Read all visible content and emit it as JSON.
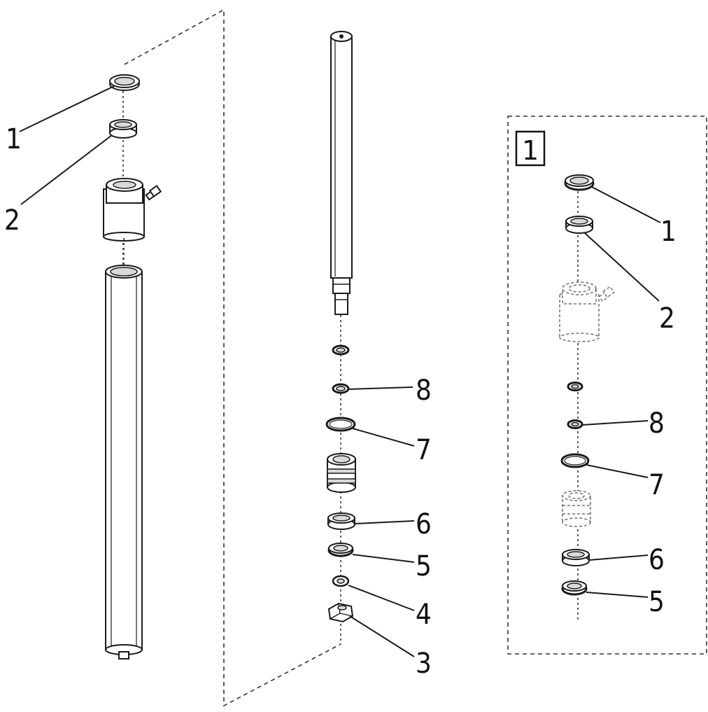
{
  "left_assembly": {
    "callouts": [
      "1",
      "2"
    ]
  },
  "middle_assembly": {
    "callouts": [
      "8",
      "7",
      "6",
      "5",
      "4",
      "3"
    ]
  },
  "detail_panel": {
    "box_label": "1",
    "callouts": [
      "1",
      "2",
      "8",
      "7",
      "6",
      "5"
    ]
  }
}
